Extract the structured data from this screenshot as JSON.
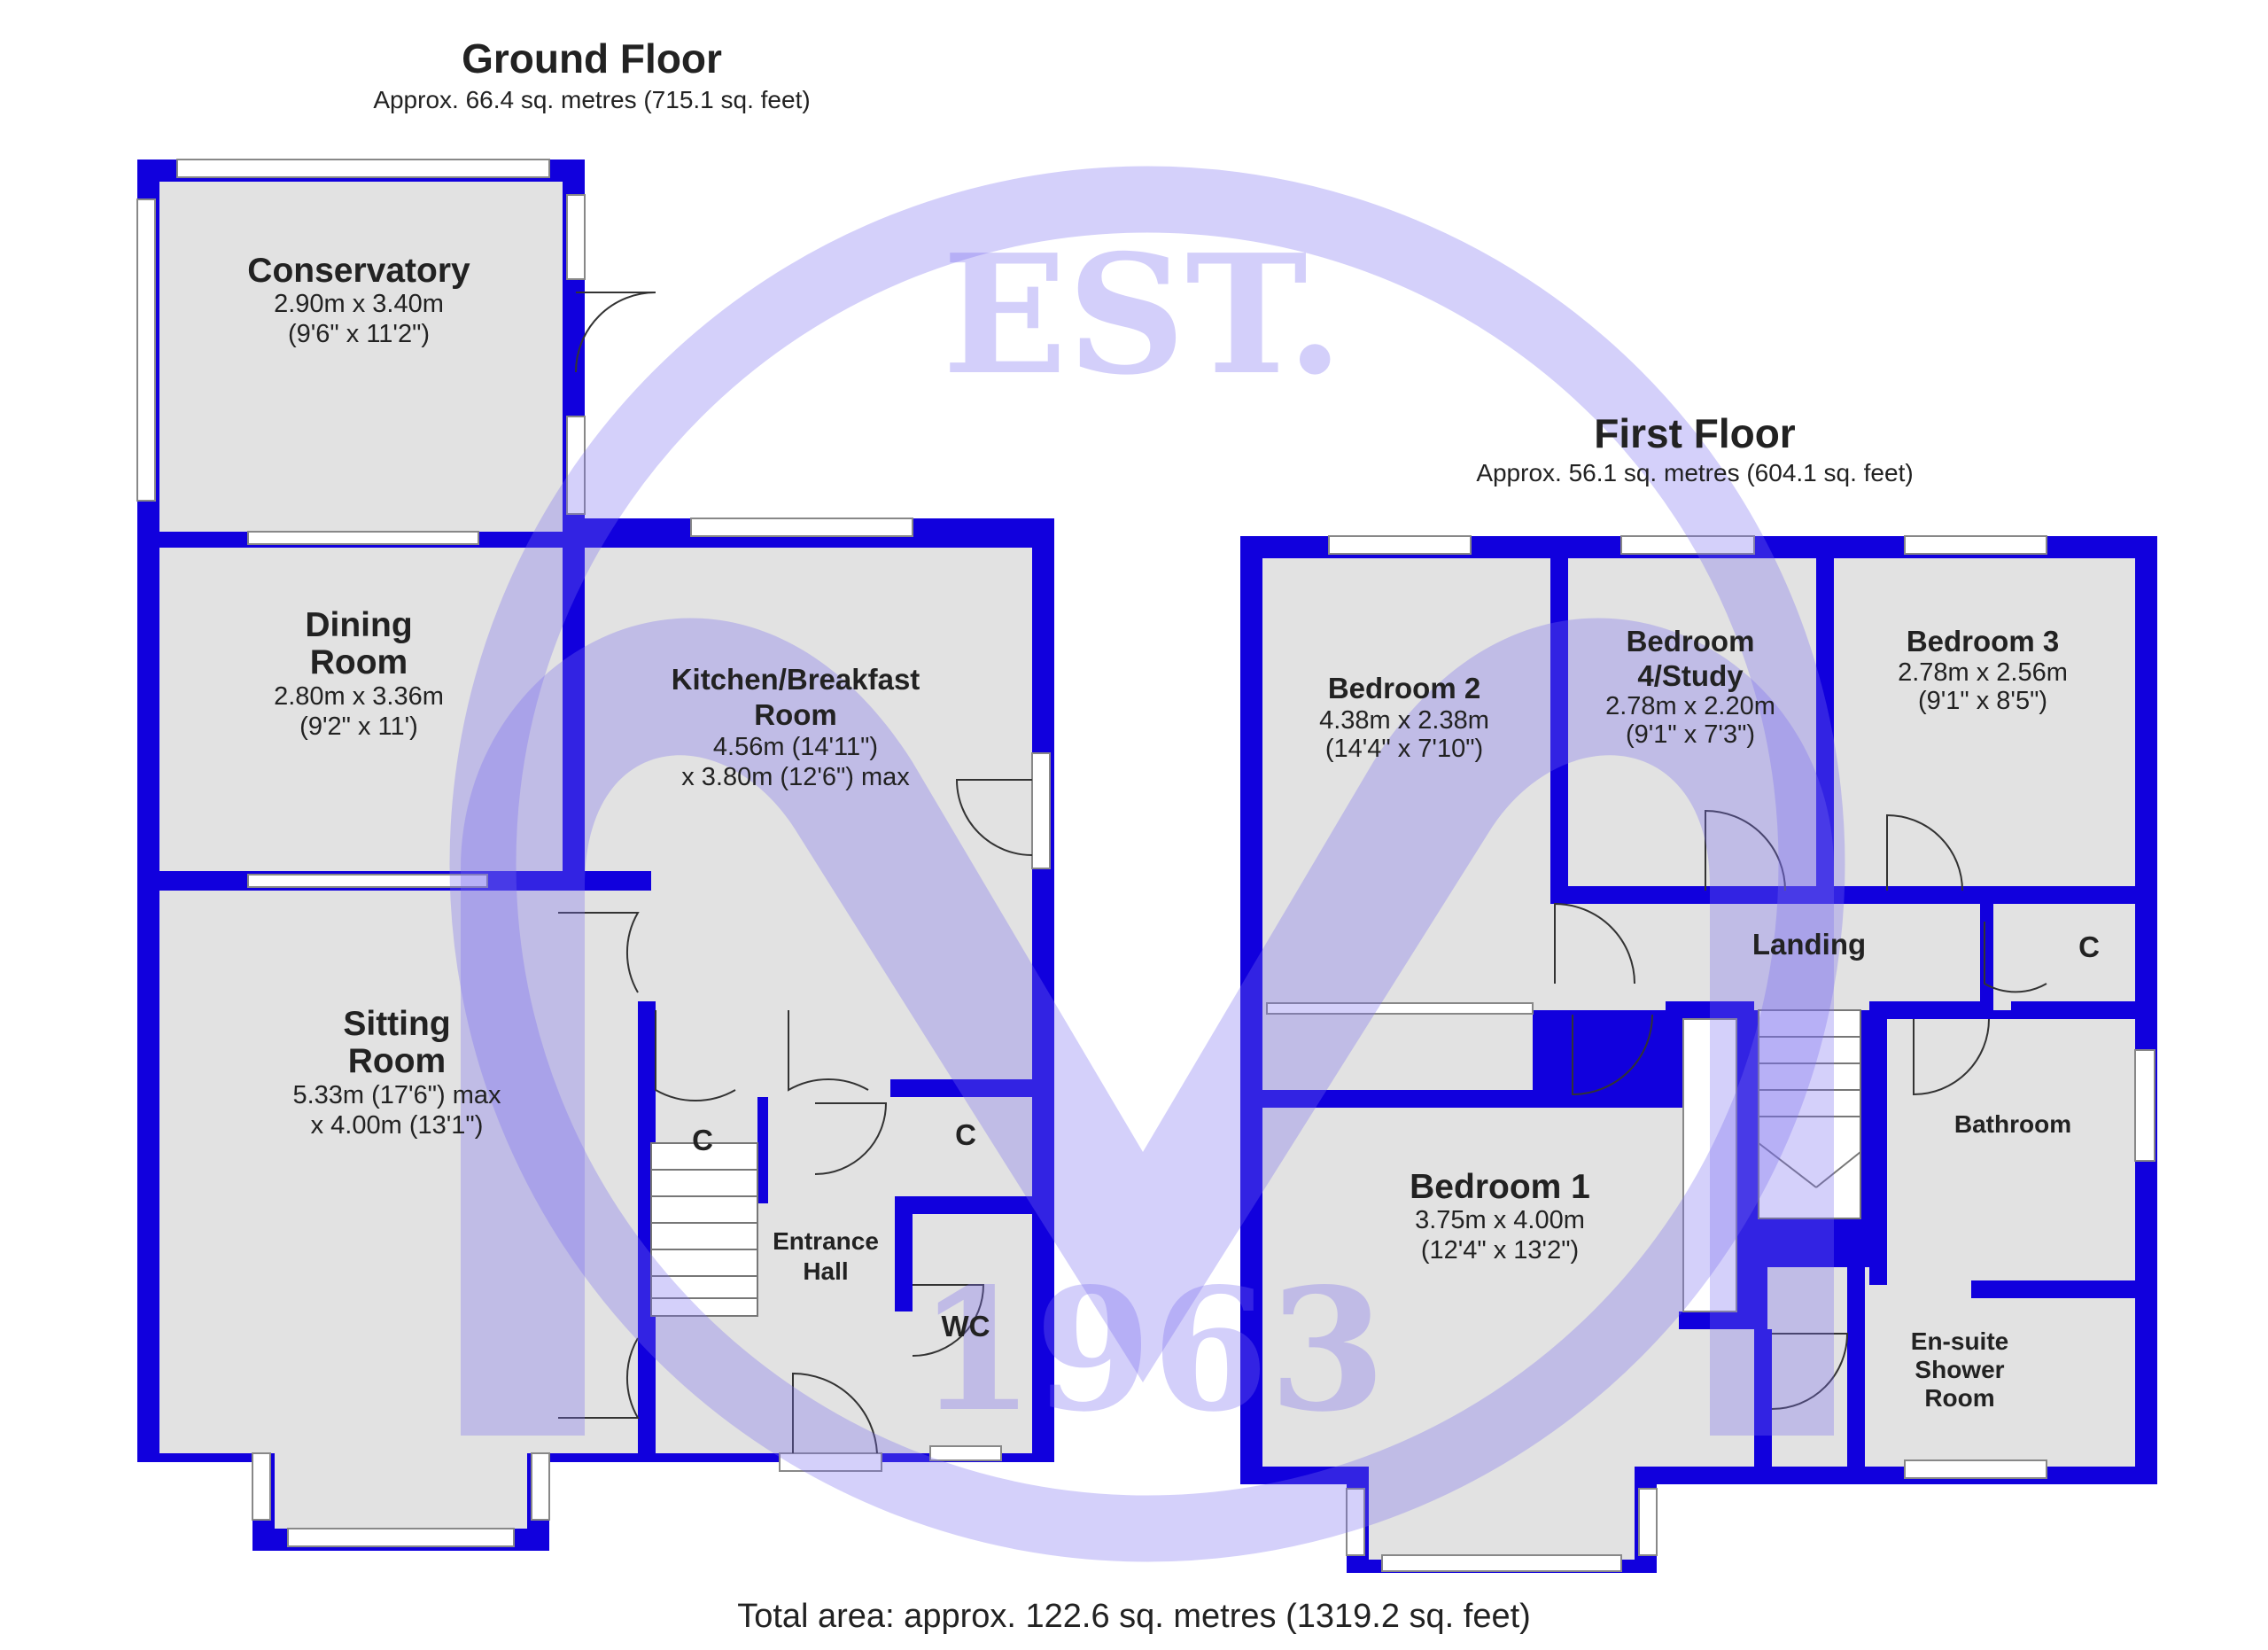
{
  "ground_floor": {
    "title": "Ground Floor",
    "area": "Approx. 66.4 sq. metres (715.1 sq. feet)",
    "rooms": {
      "conservatory": {
        "name": "Conservatory",
        "dim_m": "2.90m x 3.40m",
        "dim_ft": "(9'6\" x 11'2\")"
      },
      "dining": {
        "name_1": "Dining",
        "name_2": "Room",
        "dim_m": "2.80m x 3.36m",
        "dim_ft": "(9'2\" x 11')"
      },
      "kitchen": {
        "name_1": "Kitchen/Breakfast",
        "name_2": "Room",
        "dim_1": "4.56m (14'11\")",
        "dim_2": "x 3.80m (12'6\") max"
      },
      "sitting": {
        "name_1": "Sitting",
        "name_2": "Room",
        "dim_1": "5.33m (17'6\") max",
        "dim_2": "x 4.00m (13'1\")"
      },
      "entrance": {
        "name_1": "Entrance",
        "name_2": "Hall"
      },
      "cupboard_1": {
        "name": "C"
      },
      "cupboard_2": {
        "name": "C"
      },
      "wc": {
        "name": "WC"
      }
    }
  },
  "first_floor": {
    "title": "First Floor",
    "area": "Approx. 56.1 sq. metres (604.1 sq. feet)",
    "rooms": {
      "bedroom2": {
        "name": "Bedroom 2",
        "dim_m": "4.38m x 2.38m",
        "dim_ft": "(14'4\" x 7'10\")"
      },
      "bedroom4": {
        "name_1": "Bedroom",
        "name_2": "4/Study",
        "dim_m": "2.78m x 2.20m",
        "dim_ft": "(9'1\" x 7'3\")"
      },
      "bedroom3": {
        "name": "Bedroom 3",
        "dim_m": "2.78m x 2.56m",
        "dim_ft": "(9'1\" x 8'5\")"
      },
      "landing": {
        "name": "Landing"
      },
      "cupboard": {
        "name": "C"
      },
      "bathroom": {
        "name": "Bathroom"
      },
      "bedroom1": {
        "name": "Bedroom 1",
        "dim_m": "3.75m x 4.00m",
        "dim_ft": "(12'4\" x 13'2\")"
      },
      "ensuite": {
        "name_1": "En-suite",
        "name_2": "Shower",
        "name_3": "Room"
      }
    }
  },
  "total_area": "Total area: approx. 122.6 sq. metres (1319.2 sq. feet)",
  "watermark": {
    "est": "EST.",
    "year": "1963",
    "logo_icon": "m-circle-logo-icon"
  },
  "colors": {
    "wall": "#1100dd",
    "floor": "#e2e2e2",
    "watermark": "#7a6cf0",
    "text": "#222222"
  }
}
